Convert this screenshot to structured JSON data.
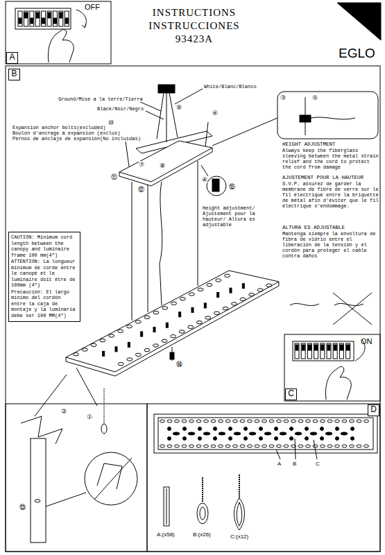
{
  "diagram": {
    "title": "INSTRUCTIONS",
    "nodes": [
      {
        "text": [
          "A"
        ]
      },
      {
        "text": [
          "B"
        ]
      },
      {
        "text": [
          "CAUTION: Minimum cord length between the canopy and luminaire frame 100 mm(4\")",
          "ATTENTION: La longueur minimum de corde entre le canopé et le luminaire doit être de 100mm (4\")",
          "Precaución: El largo mínimo del cordón entre la caja de montaje y la luminaria debe ser 100 MM(4\")"
        ]
      },
      {
        "text": [
          "C"
        ]
      },
      {
        "text": [
          "D"
        ]
      }
    ],
    "labels": [
      "OFF",
      "INSTRUCCIONES",
      "93423A",
      "EGLO",
      "White/Blanc/Blanco",
      "Ground/Mise a la terre/Tierra",
      "Black/Noir/Negro",
      "Expansion anchor bolts(excluded)",
      "Boulon d'ancrage à expansion (exclus)",
      "Pernos de anclaje de expansión(No incluidas)",
      "⑨",
      "⑩",
      "⑥",
      "⑪",
      "⑦",
      "⑧",
      "⑫",
      "③",
      "④",
      "⑤",
      "⑮",
      "Height adjustment/ Ajustement pour la hauteur/ Altura es adjustable",
      "HEIGHT ADJUSTMENT",
      "Always keep the fiberglass sleeving between the metal strain relief and the cord to protect the cord from damage",
      "AJUSTEMENT POUR LA HAUTEUR",
      "S.V.P. assurez de garder la membrane de fibre de verre sur le fil électrique entre la briquette de métal afin d'éviter que le fil électrique s'endommage.",
      "ALTURA ES ADJUSTABLE",
      "Mantenga siempre la envoltura de fibra de vidrio entre el liberación de la tensión y el cordón para proteger el cable contra daños",
      "⑭",
      "ON",
      "②",
      "①",
      "⑬",
      "A",
      "B",
      "C",
      "A:(x58)",
      "B:(x26)",
      "C:(x12)"
    ]
  }
}
